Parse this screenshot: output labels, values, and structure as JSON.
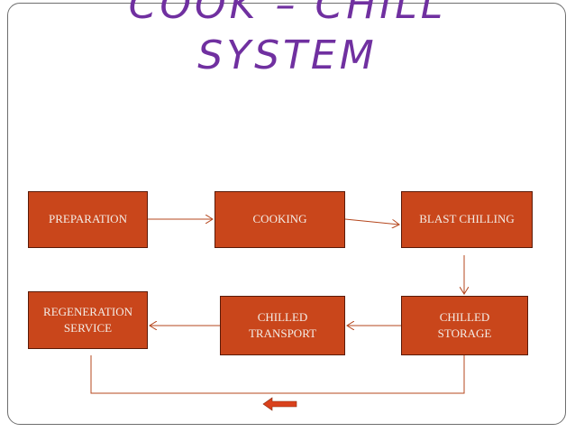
{
  "title": {
    "line1": "COOK – CHILL",
    "line2": "SYSTEM"
  },
  "colors": {
    "title": "#7030a0",
    "box_fill": "#c9461b",
    "box_text": "#f3ece6",
    "arrow": "#b5471e",
    "return_arrow": "#d9411c"
  },
  "nodes": [
    {
      "id": "preparation",
      "label": "PREPARATION"
    },
    {
      "id": "cooking",
      "label": "COOKING"
    },
    {
      "id": "blast-chilling",
      "label": "BLAST CHILLING"
    },
    {
      "id": "chilled-storage",
      "label": "CHILLED\nSTORAGE"
    },
    {
      "id": "chilled-transport",
      "label": "CHILLED\nTRANSPORT"
    },
    {
      "id": "regeneration-service",
      "label": "REGENERATION\nSERVICE"
    }
  ],
  "edges": [
    {
      "from": "preparation",
      "to": "cooking"
    },
    {
      "from": "cooking",
      "to": "blast-chilling"
    },
    {
      "from": "blast-chilling",
      "to": "chilled-storage"
    },
    {
      "from": "chilled-storage",
      "to": "chilled-transport"
    },
    {
      "from": "chilled-transport",
      "to": "regeneration-service"
    },
    {
      "from": "chilled-storage",
      "to": "regeneration-service",
      "kind": "return-loop"
    }
  ]
}
